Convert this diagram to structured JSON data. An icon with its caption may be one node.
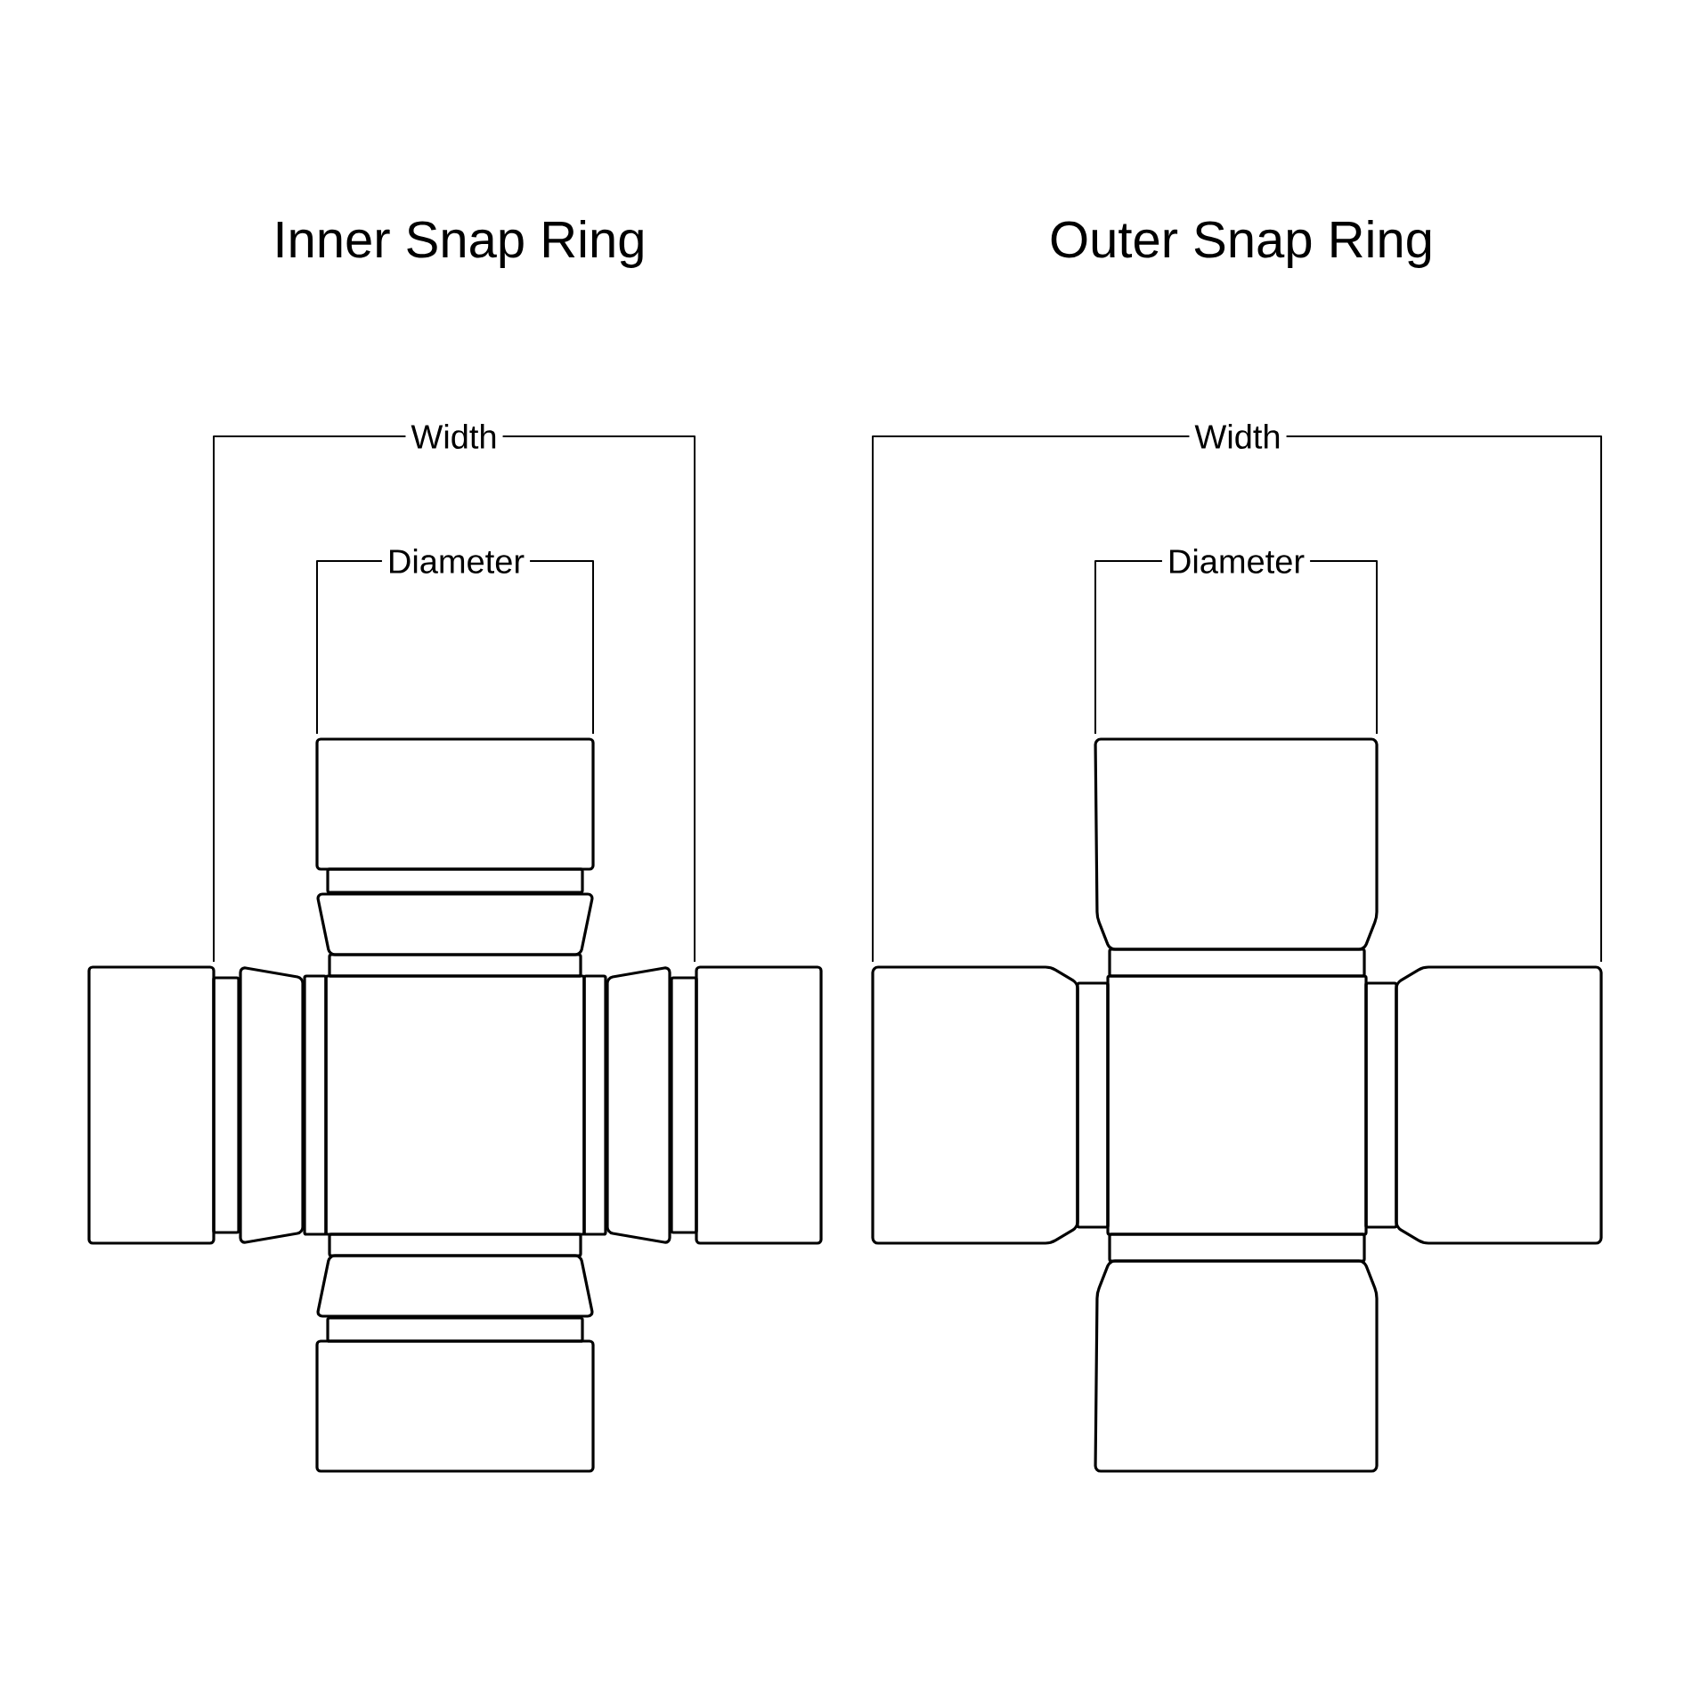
{
  "diagram": {
    "labels": [
      "Inner Snap Ring",
      "Outer Snap Ring",
      "Width",
      "Width",
      "Diameter",
      "Diameter"
    ]
  }
}
